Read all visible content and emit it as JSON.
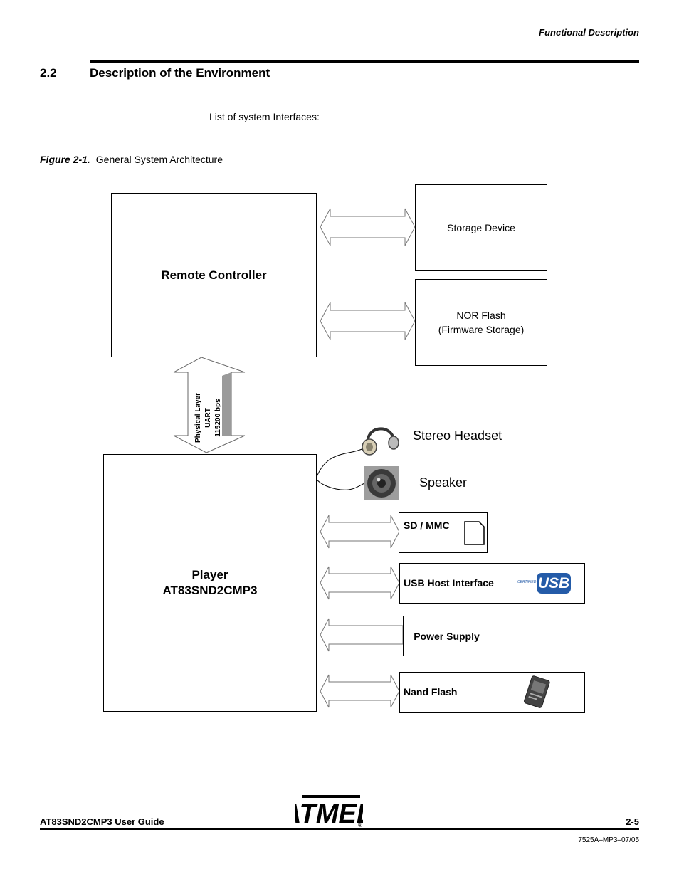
{
  "header": {
    "section_title": "Functional Description"
  },
  "section": {
    "number": "2.2",
    "title": "Description of the Environment"
  },
  "intro": "List of system Interfaces:",
  "figure": {
    "label": "Figure 2-1.",
    "caption": "General System Architecture"
  },
  "diagram": {
    "remote_controller": "Remote Controller",
    "storage_device": "Storage Device",
    "nor_flash_line1": "NOR Flash",
    "nor_flash_line2": "(Firmware Storage)",
    "link_line1": "Physical Layer",
    "link_line2": "UART",
    "link_line3": "115200 bps",
    "player_line1": "Player",
    "player_line2": "AT83SND2CMP3",
    "stereo_headset": "Stereo Headset",
    "speaker": "Speaker",
    "sd_mmc": "SD / MMC",
    "usb_host": "USB Host Interface",
    "usb_logo_text": "USB",
    "usb_logo_small": "CERTIFIED",
    "power_supply": "Power Supply",
    "nand_flash": "Nand Flash"
  },
  "footer": {
    "guide_title": "AT83SND2CMP3 User Guide",
    "page_number": "2-5",
    "doc_code": "7525A–MP3–07/05",
    "logo_text": "ATMEL",
    "registered": "®"
  }
}
